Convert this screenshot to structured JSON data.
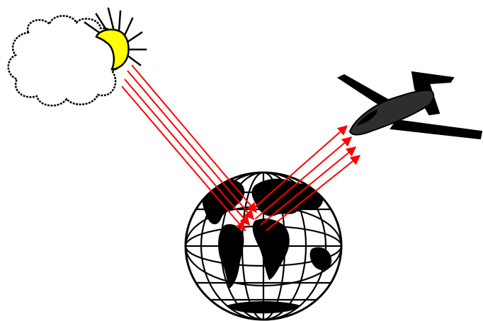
{
  "scene": {
    "elements": [
      "cloud",
      "sun",
      "earth-globe",
      "aircraft",
      "incoming-solar-radiation-arrows",
      "reflected-radiation-arrows"
    ]
  },
  "colors": {
    "background": "#ffffff",
    "outline": "#000000",
    "sun_fill": "#ffff00",
    "radiation_arrows": "#ff0000",
    "aircraft_fill": "#2e2e2e",
    "cloud_fill": "#ffffff"
  },
  "icons": {
    "cloud": "cloud-icon",
    "sun": "sun-icon",
    "earth": "globe-icon",
    "aircraft": "airplane-icon"
  }
}
